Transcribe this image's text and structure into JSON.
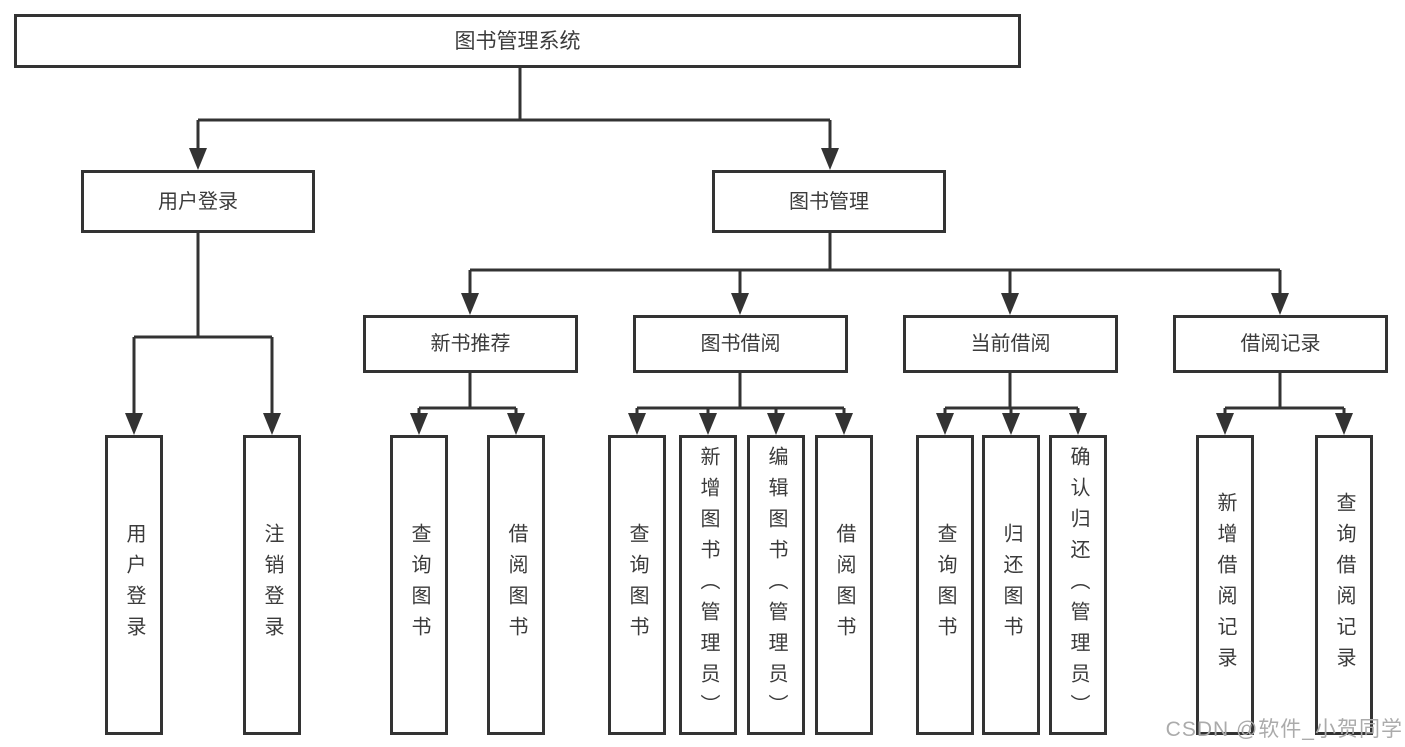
{
  "diagram": {
    "tree": {
      "label": "图书管理系统",
      "children": [
        {
          "label": "用户登录",
          "children": [
            {
              "label": "用户登录"
            },
            {
              "label": "注销登录"
            }
          ]
        },
        {
          "label": "图书管理",
          "children": [
            {
              "label": "新书推荐",
              "children": [
                {
                  "label": "查询图书"
                },
                {
                  "label": "借阅图书"
                }
              ]
            },
            {
              "label": "图书借阅",
              "children": [
                {
                  "label": "查询图书"
                },
                {
                  "label": "新增图书（管理员）"
                },
                {
                  "label": "编辑图书（管理员）"
                },
                {
                  "label": "借阅图书"
                }
              ]
            },
            {
              "label": "当前借阅",
              "children": [
                {
                  "label": "查询图书"
                },
                {
                  "label": "归还图书"
                },
                {
                  "label": "确认归还（管理员）"
                }
              ]
            },
            {
              "label": "借阅记录",
              "children": [
                {
                  "label": "新增借阅记录"
                },
                {
                  "label": "查询借阅记录"
                }
              ]
            }
          ]
        }
      ]
    },
    "colors": {
      "line": "#333333",
      "text": "#3b3b3b",
      "background": "#ffffff",
      "watermark": "#ababab"
    }
  },
  "watermark": "CSDN @软件_小贺同学"
}
